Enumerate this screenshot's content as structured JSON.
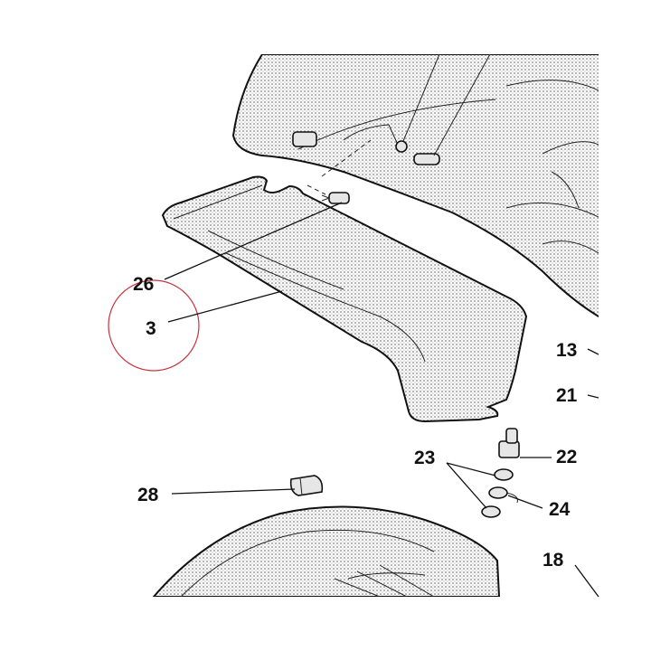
{
  "diagram": {
    "callouts": [
      {
        "id": "26",
        "text": "26"
      },
      {
        "id": "3",
        "text": "3"
      },
      {
        "id": "13",
        "text": "13"
      },
      {
        "id": "21",
        "text": "21"
      },
      {
        "id": "22",
        "text": "22"
      },
      {
        "id": "23",
        "text": "23"
      },
      {
        "id": "24",
        "text": "24"
      },
      {
        "id": "28",
        "text": "28"
      },
      {
        "id": "18",
        "text": "18"
      }
    ],
    "highlight_color": "#c8323c",
    "line_color": "#111111"
  }
}
